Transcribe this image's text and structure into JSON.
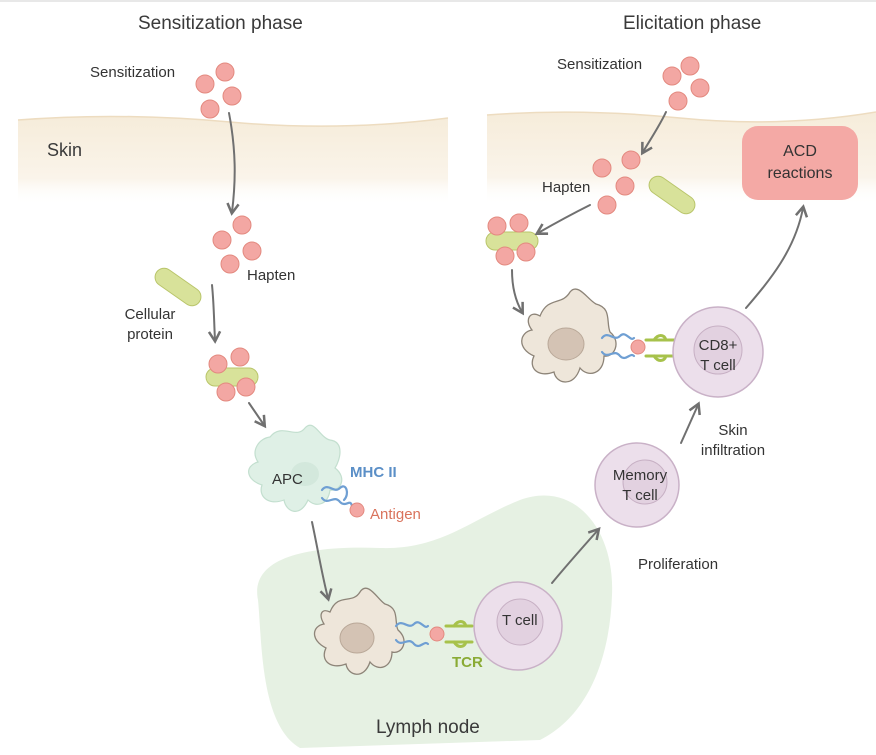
{
  "phases": {
    "sensitization_title": "Sensitization phase",
    "elicitation_title": "Elicitation phase"
  },
  "labels": {
    "skin": "Skin",
    "sensitization_left": "Sensitization",
    "sensitization_right": "Sensitization",
    "hapten_left": "Hapten",
    "hapten_right": "Hapten",
    "cellular_protein_line1": "Cellular",
    "cellular_protein_line2": "protein",
    "apc": "APC",
    "mhc2": "MHC II",
    "antigen": "Antigen",
    "tcr": "TCR",
    "t_cell": "T cell",
    "lymph_node": "Lymph node",
    "proliferation": "Proliferation",
    "memory_line1": "Memory",
    "memory_line2": "T cell",
    "skin_infiltration_line1": "Skin",
    "skin_infiltration_line2": "infiltration",
    "cd8_line1": "CD8+",
    "cd8_line2": "T cell",
    "acd_line1": "ACD",
    "acd_line2": "reactions"
  },
  "colors": {
    "skin": "#f8f0e1",
    "hapten": "#f3a7a3",
    "hapten_stroke": "#e0857f",
    "protein": "#d8e29a",
    "protein_stroke": "#b9c56a",
    "apc_light": "#dff0e6",
    "dendritic": "#eee6da",
    "nucleus": "#d4c3b4",
    "tcell": "#ecdfeb",
    "tcell_stroke": "#c9b1c7",
    "lymph": "#e5f1e2",
    "mhc": "#6f9fd3",
    "tcr": "#a7c24b",
    "acd_box": "#f4a9a5",
    "arrow": "#707070"
  }
}
